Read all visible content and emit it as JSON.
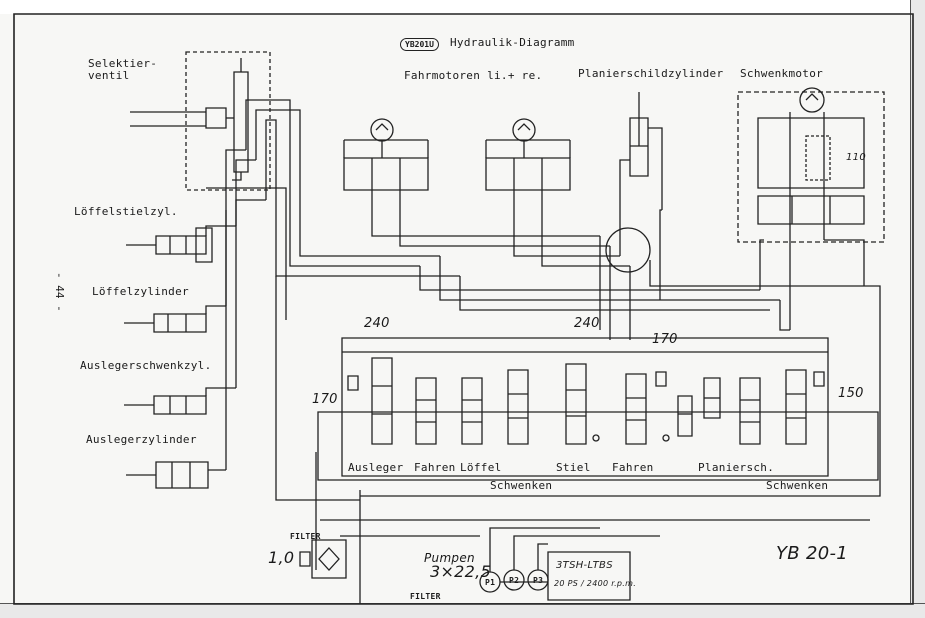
{
  "header": {
    "badge": "YB201U",
    "title": "Hydraulik-Diagramm"
  },
  "page_number": "- 44 -",
  "components": {
    "selector_valve": "Selektier-\nventil",
    "travel_motors": "Fahrmotoren li.+ re.",
    "blade_cylinder": "Planierschildzylinder",
    "swing_motor": "Schwenkmotor",
    "arm_cylinder": "Löffelstielzyl.",
    "bucket_cylinder": "Löffelzylinder",
    "boom_swing_cylinder": "Auslegerschwenkzyl.",
    "boom_cylinder": "Auslegerzylinder"
  },
  "valve_bank": {
    "labels": {
      "boom": "Ausleger",
      "travel_left": "Fahren",
      "bucket": "Löffel",
      "swing_left": "Schwenken",
      "arm": "Stiel",
      "travel_right": "Fahren",
      "blade": "Planiersch.",
      "swing_right": "Schwenken"
    },
    "pressures": {
      "p240_left": "240",
      "p240_right": "240",
      "p170_top": "170",
      "p170_left": "170",
      "p150": "150",
      "p110": "110"
    }
  },
  "pumps": {
    "label": "Pumpen",
    "spec": "3×22,5",
    "p1": "P1",
    "p2": "P2",
    "p3": "P3"
  },
  "engine": {
    "model": "3TSH-LTBS",
    "power": "20 PS / 2400 r.p.m."
  },
  "filters": {
    "top": "FILTER",
    "bottom": "FILTER",
    "value": "1,0"
  },
  "model_mark": "YB 20-1"
}
